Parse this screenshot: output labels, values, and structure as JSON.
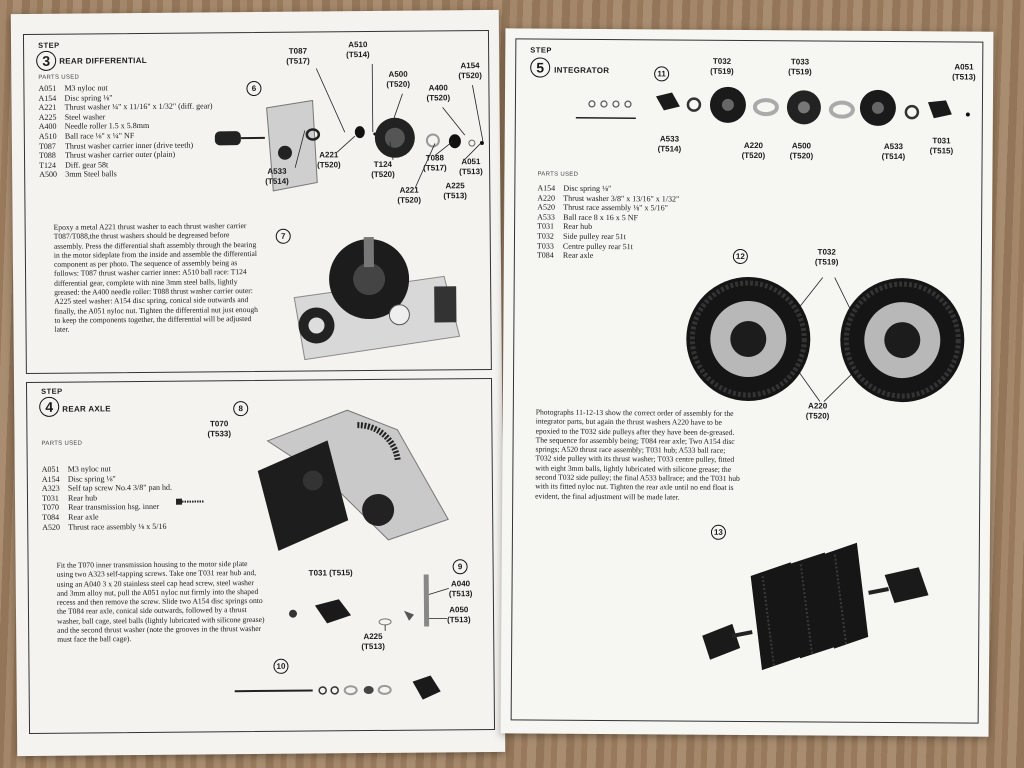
{
  "step3": {
    "step_label": "STEP",
    "number": "3",
    "title": "REAR DIFFERENTIAL",
    "parts_label": "PARTS USED",
    "parts": [
      {
        "code": "A051",
        "desc": "M3 nyloc nut"
      },
      {
        "code": "A154",
        "desc": "Disc spring ⅛\""
      },
      {
        "code": "A221",
        "desc": "Thrust washer ¼\" x 11/16\" x 1/32\" (diff. gear)"
      },
      {
        "code": "A225",
        "desc": "Steel washer"
      },
      {
        "code": "A400",
        "desc": "Needle roller 1.5 x 5.8mm"
      },
      {
        "code": "A510",
        "desc": "Ball race ⅛\" x ¼\" NF"
      },
      {
        "code": "T087",
        "desc": "Thrust washer carrier inner (drive teeth)"
      },
      {
        "code": "T088",
        "desc": "Thrust washer carrier outer (plain)"
      },
      {
        "code": "T124",
        "desc": "Diff. gear 58t"
      },
      {
        "code": "A500",
        "desc": "3mm Steel balls"
      }
    ],
    "photo6": "6",
    "photo7": "7",
    "text": "Epoxy a metal A221 thrust washer to each thrust washer carrier T087/T088,the thrust washers should be degreased before assembly. Press the differential shaft assembly through the bearing in the motor sideplate from the inside and assemble the differential component as per photo. The sequence of assembly being as follows: T087 thrust washer carrier inner: A510 ball race: T124 differential gear, complete with nine 3mm steel balls, lightly greased: the A400 needle roller: T088 thrust washer carrier outer: A225 steel washer: A154 disc spring, conical side outwards and finally, the A051 nyloc nut. Tighten the differential nut just enough to keep the components together, the differential will be adjusted later.",
    "callouts": {
      "t087": "T087\n(T517)",
      "a510": "A510\n(T514)",
      "a500": "A500\n(T520)",
      "a400": "A400\n(T520)",
      "a154": "A154\n(T520)",
      "a221a": "A221\n(T520)",
      "a533": "A533\n(T514)",
      "t124": "T124\n(T520)",
      "t088": "T088\n(T517)",
      "a051": "A051\n(T513)",
      "a225": "A225\n(T513)",
      "a221b": "A221\n(T520)"
    }
  },
  "step4": {
    "step_label": "STEP",
    "number": "4",
    "title": "REAR AXLE",
    "parts_label": "PARTS USED",
    "parts": [
      {
        "code": "A051",
        "desc": "M3 nyloc nut"
      },
      {
        "code": "A154",
        "desc": "Disc spring ⅛\""
      },
      {
        "code": "A323",
        "desc": "Self tap screw No.4 3/8\" pan hd."
      },
      {
        "code": "T031",
        "desc": "Rear hub"
      },
      {
        "code": "T070",
        "desc": "Rear transmission hsg. inner"
      },
      {
        "code": "T084",
        "desc": "Rear axle"
      },
      {
        "code": "A520",
        "desc": "Thrust race assembly ⅛ x 5/16"
      }
    ],
    "photo8": "8",
    "photo9": "9",
    "photo10": "10",
    "text": "Fit the T070 inner transmission housing to the motor side plate using two A323 self-tapping screws. Take one T031 rear hub and, using an A040 3 x 20 stainless steel cap head screw, steel washer and 3mm alloy nut, pull the A051 nyloc nut firmly into the shaped recess and then remove the screw. Slide two A154 disc springs onto the T084 rear axle, conical side outwards, followed by a thrust washer, ball cage, steel balls (lightly lubricated with silicone grease) and the second thrust washer (note the grooves in the thrust washer must face the ball cage).",
    "callouts": {
      "t070": "T070\n(T533)",
      "t031": "T031 (T515)",
      "a040": "A040\n(T513)",
      "a050": "A050\n(T513)",
      "a225": "A225\n(T513)"
    }
  },
  "step5": {
    "step_label": "STEP",
    "number": "5",
    "title": "INTEGRATOR",
    "parts_label": "PARTS USED",
    "parts": [
      {
        "code": "A154",
        "desc": "Disc spring ⅛\""
      },
      {
        "code": "A220",
        "desc": "Thrust washer 3/8\" x 13/16\" x 1/32\""
      },
      {
        "code": "A520",
        "desc": "Thrust race assembly ⅛\" x 5/16\""
      },
      {
        "code": "A533",
        "desc": "Ball race 8 x 16 x 5 NF"
      },
      {
        "code": "T031",
        "desc": "Rear hub"
      },
      {
        "code": "T032",
        "desc": "Side pulley rear 51t"
      },
      {
        "code": "T033",
        "desc": "Centre pulley rear 51t"
      },
      {
        "code": "T084",
        "desc": "Rear axle"
      }
    ],
    "photo11": "11",
    "photo12": "12",
    "photo13": "13",
    "text": "Photographs 11-12-13 show the correct order of assembly for the integrator parts, but again the thrust washers A220 have to be epoxied to the T032 side pulleys after they have been de-greased. The sequence for assembly being; T084 rear axle; Two A154 disc springs; A520 thrust race assembly; T031 hub; A533 ball race; T032 side pulley with its thrust washer; T033 centre pulley, fitted with eight 3mm balls, lightly lubricated with silicone grease; the second T032 side pulley; the final A533 ballrace; and the T031 hub with its fitted nyloc nut. Tighten the rear axle until no end float is evident, the final adjustment will be made later.",
    "callouts": {
      "t032a": "T032\n(T519)",
      "t033": "T033\n(T519)",
      "a051": "A051\n(T513)",
      "a533a": "A533\n(T514)",
      "a220a": "A220\n(T520)",
      "a500": "A500\n(T520)",
      "a533b": "A533\n(T514)",
      "t031": "T031\n(T515)",
      "t032b": "T032\n(T519)",
      "a220b": "A220\n(T520)"
    }
  }
}
